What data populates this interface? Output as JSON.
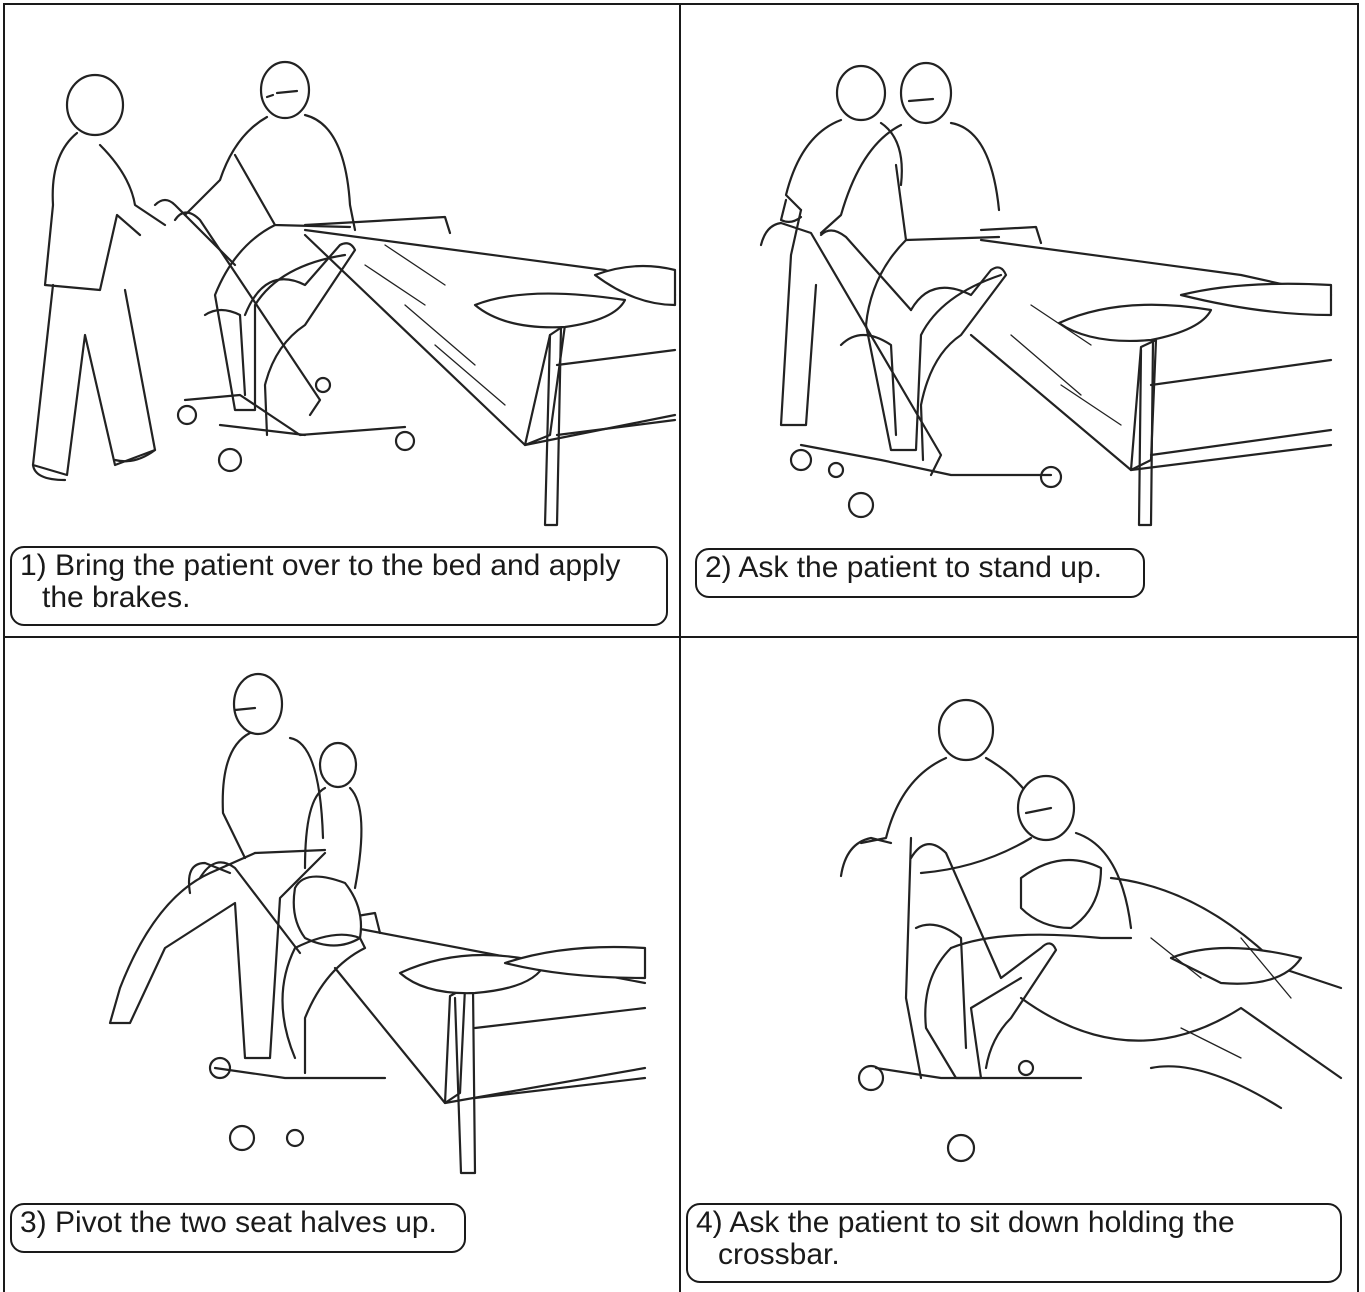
{
  "steps": [
    {
      "caption_line1": "1) Bring the patient over to the bed and apply",
      "caption_line2": "the brakes."
    },
    {
      "caption_line1": "2) Ask the patient to stand up.",
      "caption_line2": ""
    },
    {
      "caption_line1": "3) Pivot the two seat halves up.",
      "caption_line2": ""
    },
    {
      "caption_line1": "4) Ask the patient to sit down holding the",
      "caption_line2": "crossbar."
    }
  ],
  "icons": [
    "patient-transfer-illustration"
  ]
}
